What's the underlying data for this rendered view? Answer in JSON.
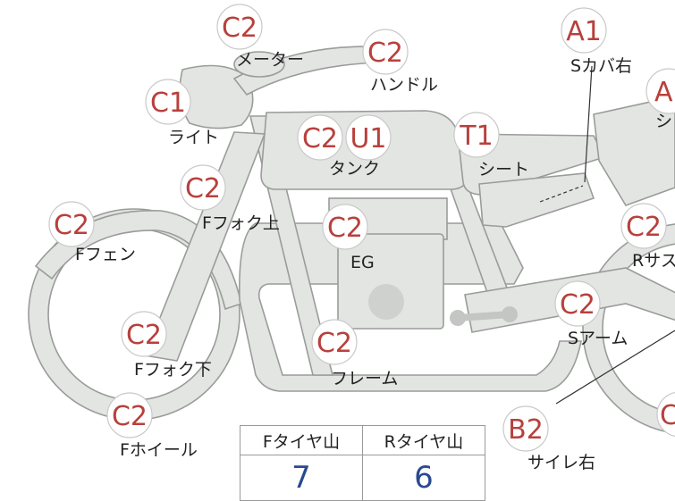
{
  "parts": [
    {
      "id": "meter",
      "grade": "C2",
      "label": "メーター"
    },
    {
      "id": "handle",
      "grade": "C2",
      "label": "ハンドル"
    },
    {
      "id": "light",
      "grade": "C1",
      "label": "ライト"
    },
    {
      "id": "tank",
      "grades": [
        "C2",
        "U1"
      ],
      "label": "タンク"
    },
    {
      "id": "seat",
      "grade": "T1",
      "label": "シート"
    },
    {
      "id": "s-cover-right",
      "grade": "A1",
      "label": "Sカバ右"
    },
    {
      "id": "rear-seat-partial",
      "grade": "A",
      "label": "シ"
    },
    {
      "id": "front-fork-upper",
      "grade": "C2",
      "label": "Fフォク上"
    },
    {
      "id": "front-fender",
      "grade": "C2",
      "label": "Fフェン"
    },
    {
      "id": "engine",
      "grade": "C2",
      "label": "EG"
    },
    {
      "id": "rear-suspension-partial",
      "grade": "C2",
      "label": "Rサス"
    },
    {
      "id": "front-fork-lower",
      "grade": "C2",
      "label": "Fフォク下"
    },
    {
      "id": "frame",
      "grade": "C2",
      "label": "フレーム"
    },
    {
      "id": "swing-arm",
      "grade": "C2",
      "label": "Sアーム"
    },
    {
      "id": "front-wheel",
      "grade": "C2",
      "label": "Fホイール"
    },
    {
      "id": "silencer-right",
      "grade": "B2",
      "label": "サイレ右"
    },
    {
      "id": "rear-wheel-partial",
      "grade": "C"
    }
  ],
  "tread_table": {
    "headers": [
      "Fタイヤ山",
      "Rタイヤ山"
    ],
    "values": [
      "7",
      "6"
    ]
  },
  "colors": {
    "grade": "#b8403c",
    "part_fill": "#e3e5e3",
    "part_stroke": "#9a9c9a",
    "tread_value": "#2a4a8e"
  }
}
